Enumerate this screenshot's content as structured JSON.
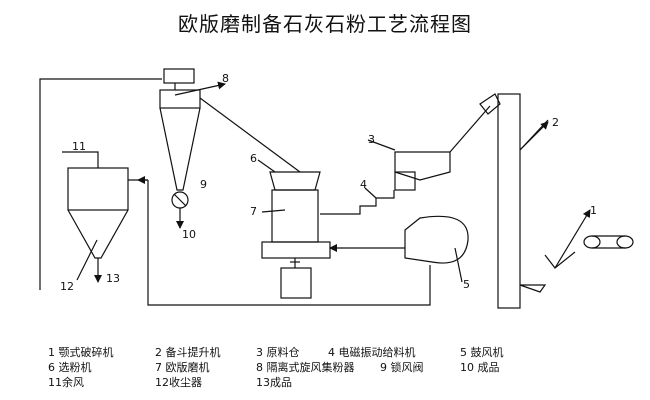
{
  "title": "欧版磨制备石灰石粉工艺流程图",
  "callouts": {
    "n1": "1",
    "n2": "2",
    "n3": "3",
    "n4": "4",
    "n5": "5",
    "n6": "6",
    "n7": "7",
    "n8": "8",
    "n9": "9",
    "n10": "10",
    "n11": "11",
    "n12": "12",
    "n13": "13"
  },
  "legend": [
    "1  颚式破碎机",
    "2  备斗提升机",
    "3  原料仓",
    "4  电磁振动给料机",
    "5  鼓风机",
    "6  选粉机",
    "7  欧版磨机",
    "8  隔离式旋风集粉器",
    "9  锁风阀",
    "10  成品",
    "11余风",
    "12收尘器",
    "13成品"
  ]
}
